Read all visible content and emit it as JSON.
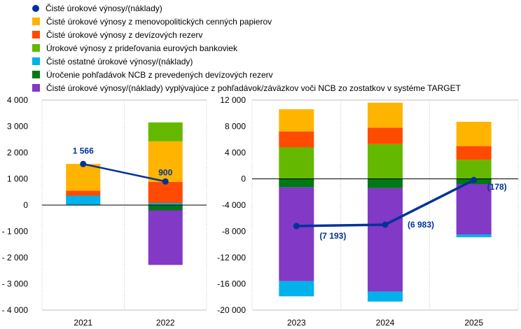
{
  "legend": [
    {
      "name": "Čisté úrokové výnosy/(náklady)",
      "color": "#003299",
      "marker": "dot"
    },
    {
      "name": "Čisté úrokové výnosy z menovopolitických cenných papierov",
      "color": "#FFB400",
      "marker": "square"
    },
    {
      "name": "Čisté úrokové výnosy z devízových rezerv",
      "color": "#FF4B00",
      "marker": "square"
    },
    {
      "name": "Úrokové výnosy z prideľovania eurových bankoviek",
      "color": "#65B800",
      "marker": "square"
    },
    {
      "name": "Čisté ostatné úrokové výnosy/(náklady)",
      "color": "#00B1EA",
      "marker": "square"
    },
    {
      "name": "Úročenie pohľadávok NCB z prevedených devízových rezerv",
      "color": "#007816",
      "marker": "square"
    },
    {
      "name": "Čisté úrokové výnosy/(náklady) vyplývajúce z pohľadávok/záväzkov voči NCB zo zostatkov v systéme TARGET",
      "color": "#8139C6",
      "marker": "square"
    }
  ],
  "chart_data": [
    {
      "type": "bar",
      "stacked": true,
      "categories": [
        "2021",
        "2022"
      ],
      "ylim": [
        -4000,
        4000
      ],
      "yticks": [
        "4 000",
        "3 000",
        "2 000",
        "1 000",
        "0",
        "- 1 000",
        "- 2 000",
        "- 3 000",
        "- 4 000"
      ],
      "ytick_values": [
        4000,
        3000,
        2000,
        1000,
        0,
        -1000,
        -2000,
        -3000,
        -4000
      ],
      "series": [
        {
          "name": "Čisté ostatné úrokové výnosy/(náklady)",
          "color": "#00B1EA",
          "values": [
            360,
            80
          ]
        },
        {
          "name": "Čisté úrokové výnosy z devízových rezerv",
          "color": "#FF4B00",
          "values": [
            190,
            800
          ]
        },
        {
          "name": "Čisté úrokové výnosy z menovopolitických cenných papierov",
          "color": "#FFB400",
          "values": [
            1020,
            1550
          ]
        },
        {
          "name": "Úrokové výnosy z prideľovania eurových bankoviek",
          "color": "#65B800",
          "values": [
            0,
            720
          ]
        },
        {
          "name": "Úročenie pohľadávok NCB z prevedených devízových rezerv",
          "color": "#007816",
          "values": [
            0,
            -200
          ]
        },
        {
          "name": "Čisté úrokové výnosy/(náklady) vyplývajúce z pohľadávok/záväzkov voči NCB zo zostatkov v systéme TARGET",
          "color": "#8139C6",
          "values": [
            0,
            -2080
          ]
        }
      ],
      "line": {
        "name": "Čisté úrokové výnosy/(náklady)",
        "color": "#003299",
        "values": [
          1566,
          900
        ],
        "labels": [
          "1 566",
          "900"
        ]
      },
      "grid": true
    },
    {
      "type": "bar",
      "stacked": true,
      "categories": [
        "2023",
        "2024",
        "2025"
      ],
      "ylim": [
        -20000,
        12000
      ],
      "yticks": [
        "12 000",
        "8 000",
        "4 000",
        "0",
        "-4 000",
        "-8 000",
        "-12 000",
        "-16 000",
        "-20 000"
      ],
      "ytick_values": [
        12000,
        8000,
        4000,
        0,
        -4000,
        -8000,
        -12000,
        -16000,
        -20000
      ],
      "series": [
        {
          "name": "Úrokové výnosy z prideľovania eurových bankoviek",
          "color": "#65B800",
          "values": [
            4800,
            5300,
            2900
          ]
        },
        {
          "name": "Čisté úrokové výnosy z devízových rezerv",
          "color": "#FF4B00",
          "values": [
            2400,
            2500,
            2100
          ]
        },
        {
          "name": "Čisté úrokové výnosy z menovopolitických cenných papierov",
          "color": "#FFB400",
          "values": [
            3400,
            3800,
            3700
          ]
        },
        {
          "name": "Úročenie pohľadávok NCB z prevedených devízových rezerv",
          "color": "#007816",
          "values": [
            -1300,
            -1400,
            -800
          ]
        },
        {
          "name": "Čisté úrokové výnosy/(náklady) vyplývajúce z pohľadávok/záväzkov voči NCB zo zostatkov v systéme TARGET",
          "color": "#8139C6",
          "values": [
            -14300,
            -15800,
            -7700
          ]
        },
        {
          "name": "Čisté ostatné úrokové výnosy/(náklady)",
          "color": "#00B1EA",
          "values": [
            -2300,
            -1500,
            -400
          ]
        }
      ],
      "line": {
        "name": "Čisté úrokové výnosy/(náklady)",
        "color": "#003299",
        "values": [
          -7193,
          -6983,
          -178
        ],
        "labels": [
          "(7 193)",
          "(6 983)",
          "(178)"
        ]
      },
      "grid": true
    }
  ]
}
